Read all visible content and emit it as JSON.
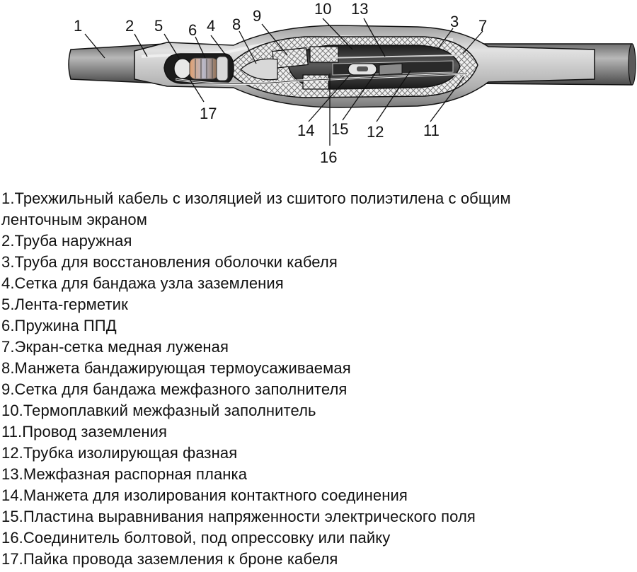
{
  "diagram": {
    "labels": [
      "1",
      "2",
      "5",
      "6",
      "4",
      "8",
      "9",
      "10",
      "13",
      "3",
      "7",
      "17",
      "14",
      "15",
      "16",
      "12",
      "11"
    ]
  },
  "legend": {
    "items": [
      "1.Трехжильный кабель с изоляцией из сшитого полиэтилена с общим ленточным экраном",
      "2.Труба наружная",
      "3.Труба для восстановления оболочки кабеля",
      "4.Сетка для бандажа узла заземления",
      "5.Лента-герметик",
      "6.Пружина ППД",
      "7.Экран-сетка медная луженая",
      "8.Манжета бандажирующая термоусаживаемая",
      "9.Сетка для бандажа межфазного заполнителя",
      "10.Термоплавкий межфазный заполнитель",
      "11.Провод заземления",
      "12.Трубка изолирующая фазная",
      "13.Межфазная распорная планка",
      "14.Манжета для изолирования контактного соединения",
      "15.Пластина выравнивания напряженности электрического поля",
      "16.Соединитель болтовой, под опрессовку или пайку",
      "17.Пайка провода заземления к броне кабеля"
    ]
  },
  "colors": {
    "cable": "#8a8a8a",
    "sleeve": "#c8c8c8",
    "mesh": "#e6e6e6",
    "inner": "#3a3a3a",
    "copper": "#c97a3a",
    "line": "#111111"
  }
}
